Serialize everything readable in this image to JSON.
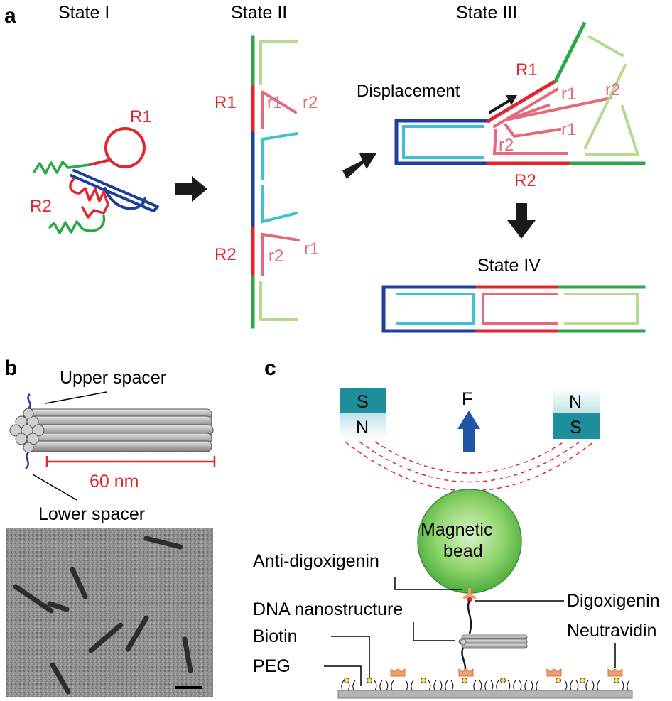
{
  "panels": {
    "a": "a",
    "b": "b",
    "c": "c"
  },
  "panel_a": {
    "state1": "State I",
    "state2": "State II",
    "state3": "State III",
    "state4": "State IV",
    "R1": "R1",
    "R2": "R2",
    "r1": "r1",
    "r2": "r2",
    "displacement": "Displacement"
  },
  "panel_b": {
    "upper_spacer": "Upper spacer",
    "lower_spacer": "Lower spacer",
    "scale": "60 nm"
  },
  "panel_c": {
    "magnet_left_top": "S",
    "magnet_left_bottom": "N",
    "magnet_right_top": "N",
    "magnet_right_bottom": "S",
    "force": "F",
    "bead_line1": "Magnetic",
    "bead_line2": "bead",
    "anti_dig": "Anti-digoxigenin",
    "digoxigenin": "Digoxigenin",
    "dna_nano": "DNA nanostructure",
    "biotin": "Biotin",
    "neutravidin": "Neutravidin",
    "peg": "PEG"
  },
  "colors": {
    "red": "#e3262d",
    "pink": "#e8687b",
    "blue": "#1f3f9a",
    "cyan": "#3ec2cf",
    "green": "#2aa84a",
    "light_green": "#b5dc8e",
    "magnet_teal": "#1e8e9b",
    "bead_green": "#7ccf5f",
    "force_blue": "#1f56a8",
    "neutravidin_orange": "#f0a070"
  }
}
